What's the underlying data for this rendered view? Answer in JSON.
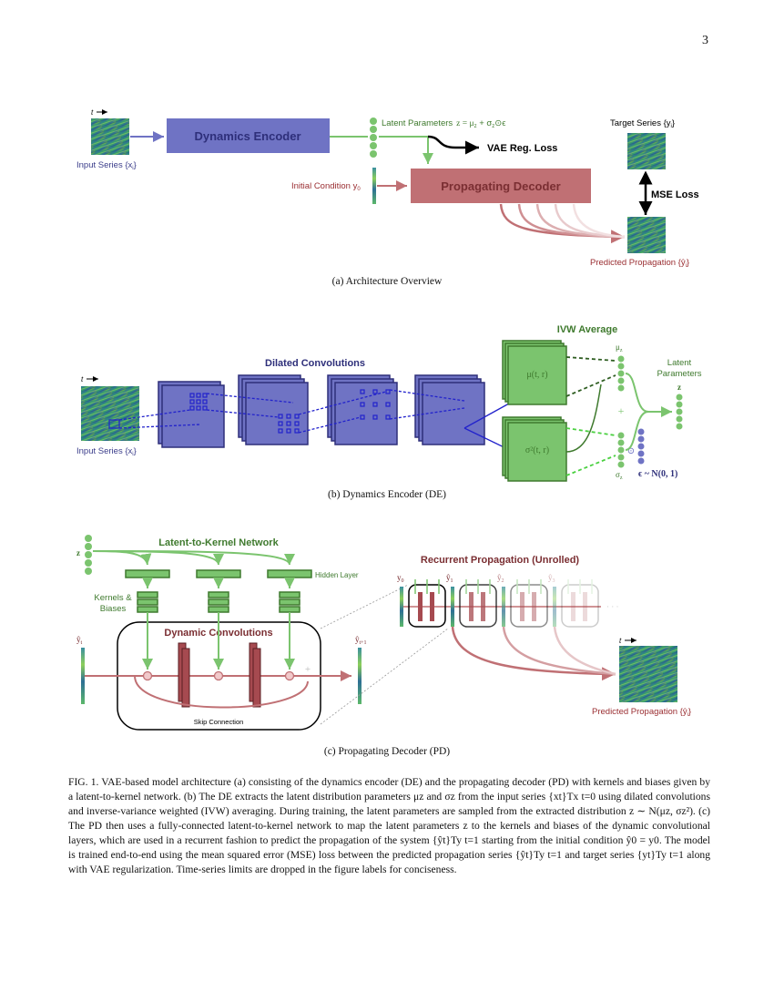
{
  "page_number": "3",
  "panel_a": {
    "time_label": "t",
    "input_label": "Input Series {x",
    "input_sub": "i",
    "input_close": "}",
    "encoder_label": "Dynamics Encoder",
    "latent_label": "Latent Parameters",
    "latent_eq": "z = μ",
    "latent_eq_sub1": "z",
    "latent_eq_mid": " + σ",
    "latent_eq_sub2": "z",
    "latent_eq_end": "⊙ϵ",
    "vae_loss": "VAE Reg. Loss",
    "initial_condition": "Initial Condition y",
    "initial_sub": "0",
    "decoder_label": "Propagating Decoder",
    "target_label": "Target Series {y",
    "target_sub": "i",
    "target_close": "}",
    "mse_loss": "MSE Loss",
    "predicted_label": "Predicted Propagation {ŷ",
    "predicted_sub": "i",
    "predicted_close": "}",
    "caption": "(a) Architecture Overview"
  },
  "panel_b": {
    "time_label": "t",
    "input_label": "Input Series {x",
    "input_sub": "i",
    "input_close": "}",
    "dilated_title": "Dilated Convolutions",
    "ivw_title": "IVW Average",
    "mu_box": "μ(t, r)",
    "sigma_box": "σ²(t, r)",
    "mu_z": "μ",
    "mu_z_sub": "z",
    "sigma_z": "σ",
    "sigma_z_sub": "z",
    "plus": "+",
    "odot": "⊙",
    "epsilon": "ϵ ~ N(0, 1)",
    "latent_title_1": "Latent",
    "latent_title_2": "Parameters",
    "latent_z": "z",
    "caption": "(b) Dynamics Encoder (DE)"
  },
  "panel_c": {
    "z_label": "z",
    "l2k_title": "Latent-to-Kernel Network",
    "hidden_layer": "Hidden Layer",
    "kernels_1": "Kernels &",
    "kernels_2": "Biases",
    "dynamic_title": "Dynamic Convolutions",
    "y_in": "ŷ",
    "y_in_sub": "t",
    "y_out": "ŷ",
    "y_out_sub": "t+1",
    "skip": "Skip Connection",
    "plus": "+",
    "recurrent_title": "Recurrent Propagation (Unrolled)",
    "rec_y0": "y",
    "rec_y0_sub": "0",
    "rec_labels": [
      "ŷ",
      "ŷ",
      "ŷ"
    ],
    "rec_subs": [
      "1",
      "2",
      "3"
    ],
    "dots": "· · ·",
    "time_label": "t",
    "predicted_label": "Predicted Propagation {ŷ",
    "predicted_sub": "i",
    "predicted_close": "}",
    "caption": "(c) Propagating Decoder (PD)"
  },
  "figure_caption": "FIG. 1. VAE-based model architecture (a) consisting of the dynamics encoder (DE) and the propagating decoder (PD) with kernels and biases given by a latent-to-kernel network. (b) The DE extracts the latent distribution parameters μz and σz from the input series {xt}Tx t=0 using dilated convolutions and inverse-variance weighted (IVW) averaging. During training, the latent parameters are sampled from the extracted distribution z ∼ N(μz, σz²). (c) The PD then uses a fully-connected latent-to-kernel network to map the latent parameters z to the kernels and biases of the dynamic convolutional layers, which are used in a recurrent fashion to predict the propagation of the system {ŷt}Ty t=1 starting from the initial condition ŷ0 = y0. The model is trained end-to-end using the mean squared error (MSE) loss between the predicted propagation series {ŷt}Ty t=1 and target series {yt}Ty t=1 along with VAE regularization. Time-series limits are dropped in the figure labels for conciseness.",
  "colors": {
    "encoder_blue": "#6f73c4",
    "decoder_red": "#c07074",
    "green": "#7bc46e",
    "dark_green": "#3f7a2e",
    "navy": "#2e2f7a",
    "maroon": "#7a2e32",
    "field_teal": "#2f8f76"
  }
}
